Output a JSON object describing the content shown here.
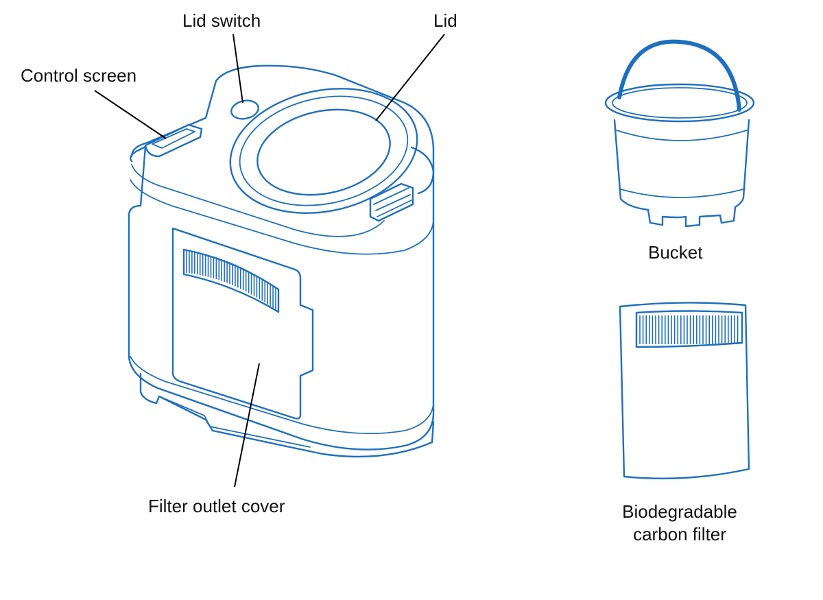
{
  "labels": {
    "lid_switch": "Lid switch",
    "lid": "Lid",
    "control_screen": "Control screen",
    "filter_outlet_cover": "Filter outlet cover",
    "bucket": "Bucket",
    "carbon_filter_line1": "Biodegradable",
    "carbon_filter_line2": "carbon filter"
  },
  "colors": {
    "outline": "#1f6fc0",
    "leader": "#000000",
    "text": "#111111",
    "background": "#ffffff"
  }
}
